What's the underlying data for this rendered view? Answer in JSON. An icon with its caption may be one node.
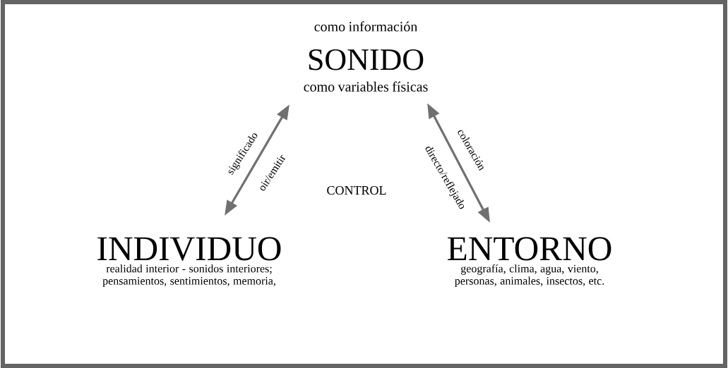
{
  "diagram": {
    "nodes": [
      {
        "text": [
          "como información",
          "SONIDO",
          "como variables físicas"
        ]
      },
      {
        "text": [
          "INDIVIDUO",
          "realidad interior - sonidos interiores; pensamientos, sentimientos, memoria,"
        ]
      },
      {
        "text": [
          "ENTORNO",
          "geografía, clima, agua, viento, personas, animales, insectos, etc."
        ]
      }
    ],
    "edges": [
      {
        "from": 0,
        "to": 1,
        "arrow": "both",
        "label": "significado"
      },
      {
        "from": 0,
        "to": 2,
        "arrow": "both",
        "label": "coloración"
      }
    ],
    "labels": [
      "oir/emitir",
      "directo/reflejado",
      "CONTROL"
    ]
  }
}
